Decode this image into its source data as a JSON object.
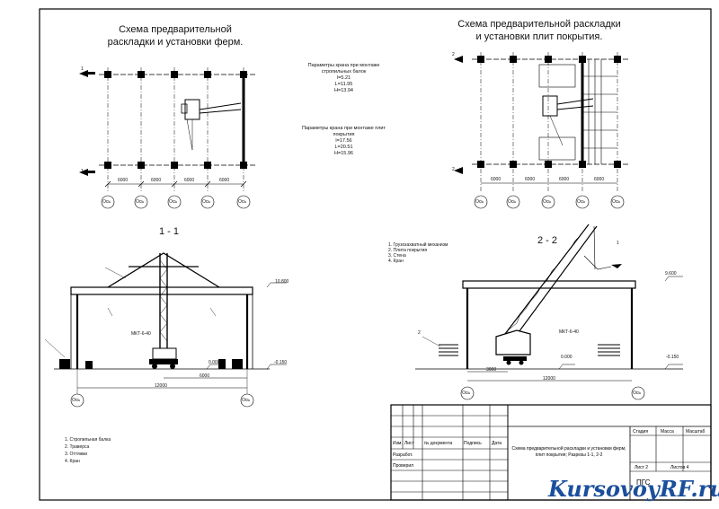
{
  "plan1": {
    "title_line1": "Схема предварительной",
    "title_line2": "раскладки и установки ферм.",
    "axis_labels": [
      "1",
      "1"
    ],
    "dims": [
      "6000",
      "6000",
      "6000",
      "6000"
    ],
    "axes": [
      "Ось",
      "Ось",
      "Ось",
      "Ось",
      "Ось"
    ]
  },
  "plan2": {
    "title_line1": "Схема предварительной раскладки",
    "title_line2": "и установки плит покрытия.",
    "axis_labels": [
      "2",
      "2"
    ],
    "dims": [
      "6000",
      "6000",
      "6000",
      "6000"
    ],
    "axes": [
      "Ось",
      "Ось",
      "Ось",
      "Ось",
      "Ось"
    ]
  },
  "params_beams": {
    "heading": "Параметры крана при монтаже стропильных балок",
    "l1": "l=5.21",
    "l2": "L=11.95",
    "l3": "H=13.94"
  },
  "params_slabs": {
    "heading": "Параметры крана при монтаже плит покрытия",
    "l1": "l=17.56",
    "l2": "L=20.51",
    "l3": "H=15.96"
  },
  "section1": {
    "label": "1 - 1",
    "crane": "МКТ-6-40",
    "elev_top": "10.800",
    "elev_0": "0.000",
    "elev_neg": "-0.150",
    "dim_inner": "6000",
    "dim_total": "12000",
    "axis": [
      "Ось",
      "Ось"
    ]
  },
  "section2": {
    "label": "2 - 2",
    "crane": "МКТ-6-40",
    "elev_top": "9.600",
    "elev_0": "0.000",
    "elev_neg": "-0.150",
    "dim_inner": "3000",
    "dim_total": "12000",
    "axis": [
      "Ось",
      "Ось"
    ],
    "stack_label": "2",
    "hook_label": "1"
  },
  "legend2": [
    "1. Грузозахватный механизм",
    "2. Плита покрытия",
    "3. Стена",
    "4. Кран"
  ],
  "legend1": [
    "1. Стропильная балка",
    "2. Траверса",
    "3. Оттяжки",
    "4. Кран"
  ],
  "titleblock": {
    "headers": [
      "Изм.",
      "Лист",
      "№ документа",
      "Подпись",
      "Дата"
    ],
    "roles": [
      "Разработ.",
      "Проверил"
    ],
    "description": "Схема предварительной раскладки и установки ферм, плит покрытия; Разрезы 1-1, 2-2",
    "stage": "Стадия",
    "mass": "Масса",
    "scale": "Масштаб",
    "sheet": "Лист 2",
    "sheets": "Листов 4",
    "code": "ПГС"
  },
  "watermark": "KursovoyRF.ru"
}
